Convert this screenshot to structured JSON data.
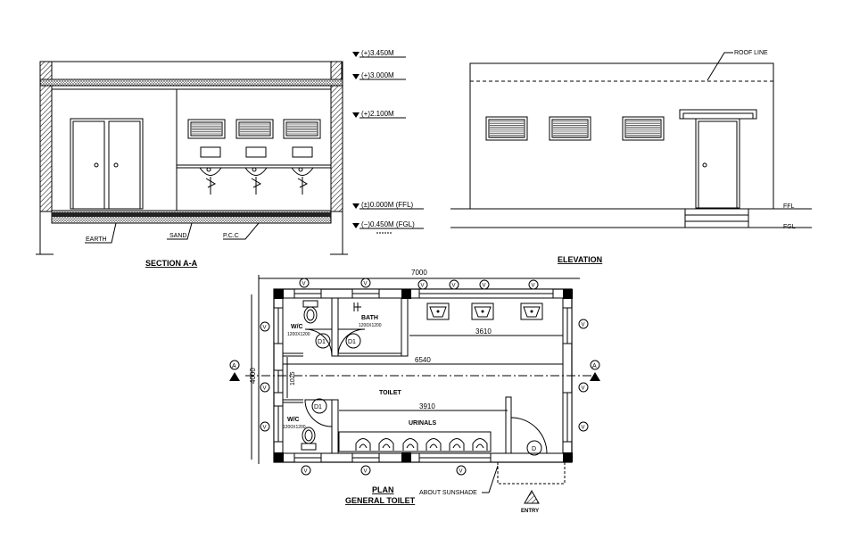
{
  "section": {
    "title": "SECTION A-A",
    "levels": [
      "(+)3.450M",
      "(+)3.000M",
      "(+)2.100M",
      "(±)0.000M (FFL)",
      "(−)0.450M (FGL)"
    ],
    "labels": {
      "earth": "EARTH",
      "sand": "SAND",
      "pcc": "P.C.C"
    }
  },
  "elevation": {
    "title": "ELEVATION",
    "roof_line": "ROOF LINE",
    "ffl": "FFL",
    "fgl": "FGL"
  },
  "plan": {
    "title": "PLAN",
    "subtitle": "GENERAL TOILET",
    "overall_width": "7000",
    "overall_depth": "4000",
    "dims": {
      "urinal_run": "3610",
      "inner_width": "6540",
      "corridor": "1025",
      "urinal_wall": "3910"
    },
    "rooms": {
      "wc_top": "W/C",
      "wc_top_size": "1200X1200",
      "bath": "BATH",
      "bath_size": "1200X1200",
      "toilet": "TOILET",
      "wc_bottom": "W/C",
      "wc_bottom_size": "1200X1200",
      "urinals": "URINALS"
    },
    "door_tags": {
      "d1": "D1",
      "d": "D"
    },
    "window_tag": "V",
    "section_mark": "A",
    "sunshade": "ABOUT SUNSHADE",
    "entry": "ENTRY"
  }
}
